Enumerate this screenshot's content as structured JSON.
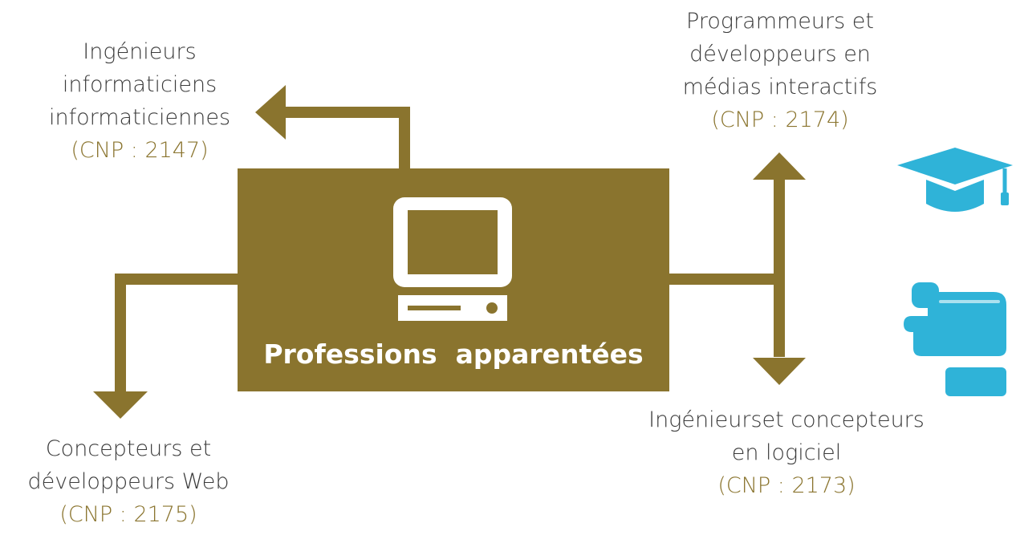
{
  "center": {
    "title": "Professions  apparentées",
    "icon": "computer-icon"
  },
  "professions": {
    "top_left": {
      "lines": [
        "Ingénieurs",
        "informaticiens",
        "informaticiennes"
      ],
      "code": "(CNP : 2147)"
    },
    "top_right": {
      "lines": [
        "Programmeurs et",
        "développeurs en",
        "médias interactifs"
      ],
      "code": "(CNP : 2174)"
    },
    "bottom_left": {
      "lines": [
        "Concepteurs et",
        "développeurs Web"
      ],
      "code": "(CNP : 2175)"
    },
    "bottom_right": {
      "lines": [
        "Ingénieurset concepteurs",
        "en logiciel"
      ],
      "code": "(CNP : 2173)"
    }
  },
  "side_icons": [
    "graduation-cap-icon",
    "thumbs-up-icon"
  ],
  "colors": {
    "accent": "#8A742E",
    "text": "#3b3b3b",
    "icon_blue": "#2FB3D8",
    "background": "#ffffff"
  }
}
